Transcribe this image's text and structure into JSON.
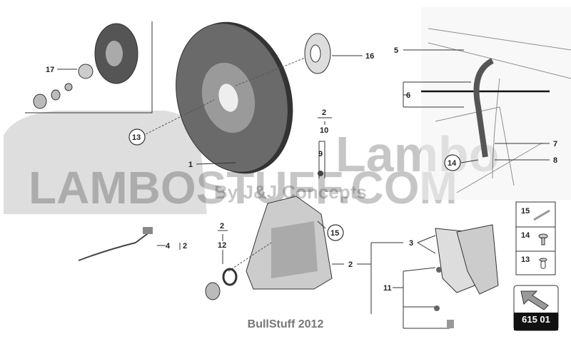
{
  "watermark": {
    "main": "LAMBOSTUFF.COM",
    "sub": "By J&J Concepts",
    "logo": "Lambo"
  },
  "callouts": {
    "c17": "17",
    "c16": "16",
    "c5": "5",
    "c6": "6",
    "c13": "13",
    "c2a": "2",
    "c10": "10",
    "c9": "9",
    "c1": "1",
    "c7": "7",
    "c8": "8",
    "c14": "14",
    "c15": "15",
    "c4": "4",
    "c2b": "2",
    "c2c": "2",
    "c12": "12",
    "c2d": "2",
    "c3": "3",
    "c11": "11"
  },
  "legend_box": {
    "items": [
      {
        "num": "15",
        "part": "bolt"
      },
      {
        "num": "14",
        "part": "screw"
      },
      {
        "num": "13",
        "part": "rivet"
      }
    ]
  },
  "nav_badge": {
    "label": "615 01",
    "icon": "arrow-up-left-icon"
  },
  "footer": "BullStuff 2012"
}
